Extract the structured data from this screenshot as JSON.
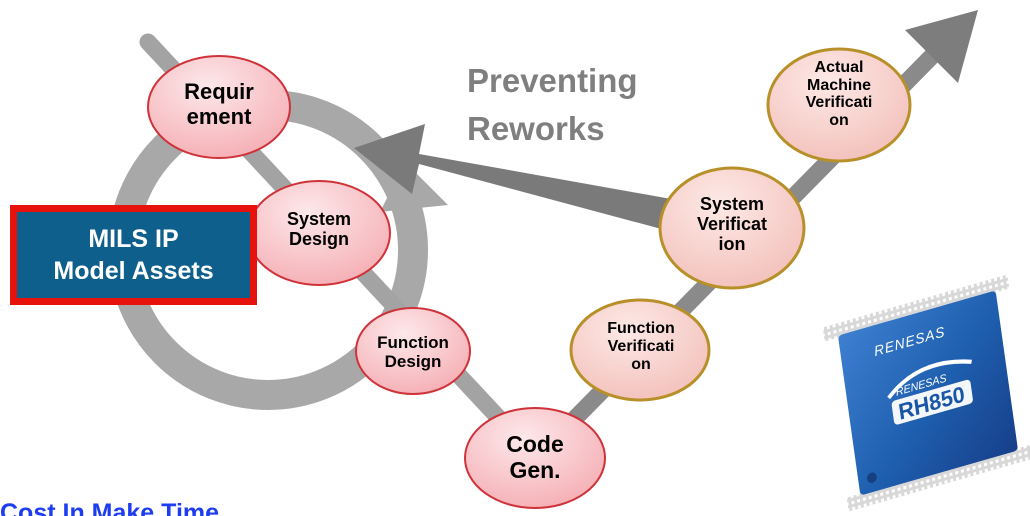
{
  "diagram": {
    "title_line1": "Preventing",
    "title_line2": "Reworks",
    "mils_box": "MILS IP\nModel Assets",
    "nodes": {
      "requirement": "Requir\nement",
      "system_design": "System\nDesign",
      "function_design": "Function\nDesign",
      "code_gen": "Code\nGen.",
      "function_verification": "Function\nVerificati\non",
      "system_verification": "System\nVerificat\nion",
      "actual_machine_verification": "Actual\nMachine\nVerificati\non"
    },
    "chip": {
      "brand_top": "RENESAS",
      "brand_logo": "RENESAS",
      "model": "RH850"
    },
    "footer": "Cost   In   Make  Time"
  },
  "colors": {
    "v_line": "#a3a3a3",
    "circle_arrow": "#a8a8a8",
    "rework_arrow": "#7a7a7a",
    "left_node_fill": "#f7b7bb",
    "left_node_stroke": "#d0323a",
    "right_node_fill": "#f6c9c5",
    "right_node_stroke": "#b8902a",
    "mils_fill": "#0f5f8c",
    "mils_border": "#e8120c",
    "title": "#7f7f7f",
    "chip_body": "#1f5fae",
    "footer": "#1e3cf0"
  }
}
